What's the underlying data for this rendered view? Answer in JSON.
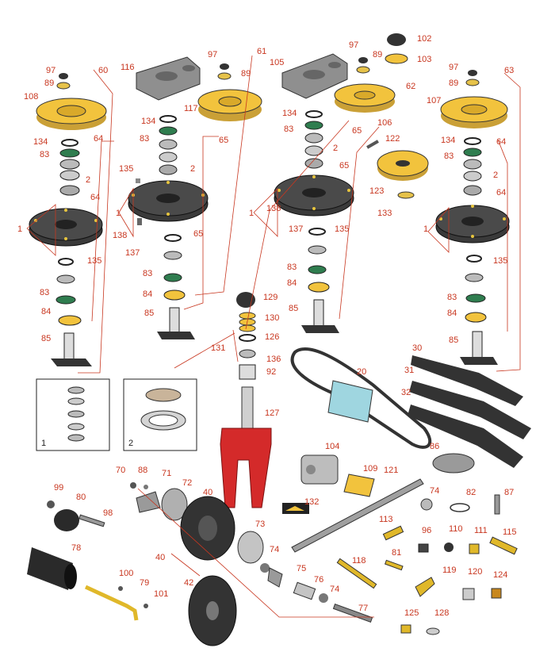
{
  "colors": {
    "callout": "#c8361f",
    "gold": "#f2c33d",
    "dark": "#2b2b2b",
    "gray": "#9a9a9a",
    "red": "#d42a2a",
    "teal": "#9fd6e0",
    "green": "#3c8a55"
  },
  "inset_labels": {
    "bearing_set": "1",
    "bearing_cup": "2"
  },
  "callouts": [
    {
      "id": "c97a",
      "text": "97"
    },
    {
      "id": "c60",
      "text": "60"
    },
    {
      "id": "c89a",
      "text": "89"
    },
    {
      "id": "c108",
      "text": "108"
    },
    {
      "id": "c134a",
      "text": "134"
    },
    {
      "id": "c64a",
      "text": "64"
    },
    {
      "id": "c83a",
      "text": "83"
    },
    {
      "id": "c2a",
      "text": "2"
    },
    {
      "id": "c64b",
      "text": "64"
    },
    {
      "id": "c1a",
      "text": "1"
    },
    {
      "id": "c135a",
      "text": "135"
    },
    {
      "id": "c83b",
      "text": "83"
    },
    {
      "id": "c84a",
      "text": "84"
    },
    {
      "id": "c85a",
      "text": "85"
    },
    {
      "id": "c116",
      "text": "116"
    },
    {
      "id": "c97b",
      "text": "97"
    },
    {
      "id": "c61",
      "text": "61"
    },
    {
      "id": "c89b",
      "text": "89"
    },
    {
      "id": "c117",
      "text": "117"
    },
    {
      "id": "c134b",
      "text": "134"
    },
    {
      "id": "c83c",
      "text": "83"
    },
    {
      "id": "c65a",
      "text": "65"
    },
    {
      "id": "c135b",
      "text": "135"
    },
    {
      "id": "c2b",
      "text": "2"
    },
    {
      "id": "c1b",
      "text": "1"
    },
    {
      "id": "c138a",
      "text": "138"
    },
    {
      "id": "c65b",
      "text": "65"
    },
    {
      "id": "c137a",
      "text": "137"
    },
    {
      "id": "c83d",
      "text": "83"
    },
    {
      "id": "c84b",
      "text": "84"
    },
    {
      "id": "c85b",
      "text": "85"
    },
    {
      "id": "c105",
      "text": "105"
    },
    {
      "id": "c97c",
      "text": "97"
    },
    {
      "id": "c102",
      "text": "102"
    },
    {
      "id": "c89c",
      "text": "89"
    },
    {
      "id": "c103",
      "text": "103"
    },
    {
      "id": "c62",
      "text": "62"
    },
    {
      "id": "c134c",
      "text": "134"
    },
    {
      "id": "c106",
      "text": "106"
    },
    {
      "id": "c83e",
      "text": "83"
    },
    {
      "id": "c65c",
      "text": "65"
    },
    {
      "id": "c2c",
      "text": "2"
    },
    {
      "id": "c122",
      "text": "122"
    },
    {
      "id": "c65d",
      "text": "65"
    },
    {
      "id": "c123",
      "text": "123"
    },
    {
      "id": "c1c",
      "text": "1"
    },
    {
      "id": "c138b",
      "text": "138"
    },
    {
      "id": "c133",
      "text": "133"
    },
    {
      "id": "c137b",
      "text": "137"
    },
    {
      "id": "c135c",
      "text": "135"
    },
    {
      "id": "c83f",
      "text": "83"
    },
    {
      "id": "c84c",
      "text": "84"
    },
    {
      "id": "c85c",
      "text": "85"
    },
    {
      "id": "c97d",
      "text": "97"
    },
    {
      "id": "c63",
      "text": "63"
    },
    {
      "id": "c89d",
      "text": "89"
    },
    {
      "id": "c107",
      "text": "107"
    },
    {
      "id": "c134d",
      "text": "134"
    },
    {
      "id": "c64c",
      "text": "64"
    },
    {
      "id": "c83g",
      "text": "83"
    },
    {
      "id": "c2d",
      "text": "2"
    },
    {
      "id": "c64d",
      "text": "64"
    },
    {
      "id": "c1d",
      "text": "1"
    },
    {
      "id": "c135d",
      "text": "135"
    },
    {
      "id": "c83h",
      "text": "83"
    },
    {
      "id": "c84d",
      "text": "84"
    },
    {
      "id": "c85d",
      "text": "85"
    },
    {
      "id": "c129",
      "text": "129"
    },
    {
      "id": "c130",
      "text": "130"
    },
    {
      "id": "c131",
      "text": "131"
    },
    {
      "id": "c126",
      "text": "126"
    },
    {
      "id": "c136",
      "text": "136"
    },
    {
      "id": "c92",
      "text": "92"
    },
    {
      "id": "c127",
      "text": "127"
    },
    {
      "id": "c20",
      "text": "20"
    },
    {
      "id": "c30",
      "text": "30"
    },
    {
      "id": "c31",
      "text": "31"
    },
    {
      "id": "c32",
      "text": "32"
    },
    {
      "id": "c86",
      "text": "86"
    },
    {
      "id": "c104",
      "text": "104"
    },
    {
      "id": "c109",
      "text": "109"
    },
    {
      "id": "c121",
      "text": "121"
    },
    {
      "id": "c132",
      "text": "132"
    },
    {
      "id": "c70",
      "text": "70"
    },
    {
      "id": "c88",
      "text": "88"
    },
    {
      "id": "c71",
      "text": "71"
    },
    {
      "id": "c72",
      "text": "72"
    },
    {
      "id": "c40a",
      "text": "40"
    },
    {
      "id": "c99",
      "text": "99"
    },
    {
      "id": "c80",
      "text": "80"
    },
    {
      "id": "c98",
      "text": "98"
    },
    {
      "id": "c73",
      "text": "73"
    },
    {
      "id": "c74a",
      "text": "74"
    },
    {
      "id": "c78",
      "text": "78"
    },
    {
      "id": "c40b",
      "text": "40"
    },
    {
      "id": "c75",
      "text": "75"
    },
    {
      "id": "c100",
      "text": "100"
    },
    {
      "id": "c79",
      "text": "79"
    },
    {
      "id": "c42",
      "text": "42"
    },
    {
      "id": "c76",
      "text": "76"
    },
    {
      "id": "c101",
      "text": "101"
    },
    {
      "id": "c74b",
      "text": "74"
    },
    {
      "id": "c77",
      "text": "77"
    },
    {
      "id": "c118",
      "text": "118"
    },
    {
      "id": "c74c",
      "text": "74"
    },
    {
      "id": "c82",
      "text": "82"
    },
    {
      "id": "c87",
      "text": "87"
    },
    {
      "id": "c113",
      "text": "113"
    },
    {
      "id": "c96",
      "text": "96"
    },
    {
      "id": "c110",
      "text": "110"
    },
    {
      "id": "c111",
      "text": "111"
    },
    {
      "id": "c115",
      "text": "115"
    },
    {
      "id": "c81",
      "text": "81"
    },
    {
      "id": "c119",
      "text": "119"
    },
    {
      "id": "c120",
      "text": "120"
    },
    {
      "id": "c124",
      "text": "124"
    },
    {
      "id": "c125",
      "text": "125"
    },
    {
      "id": "c128",
      "text": "128"
    }
  ]
}
